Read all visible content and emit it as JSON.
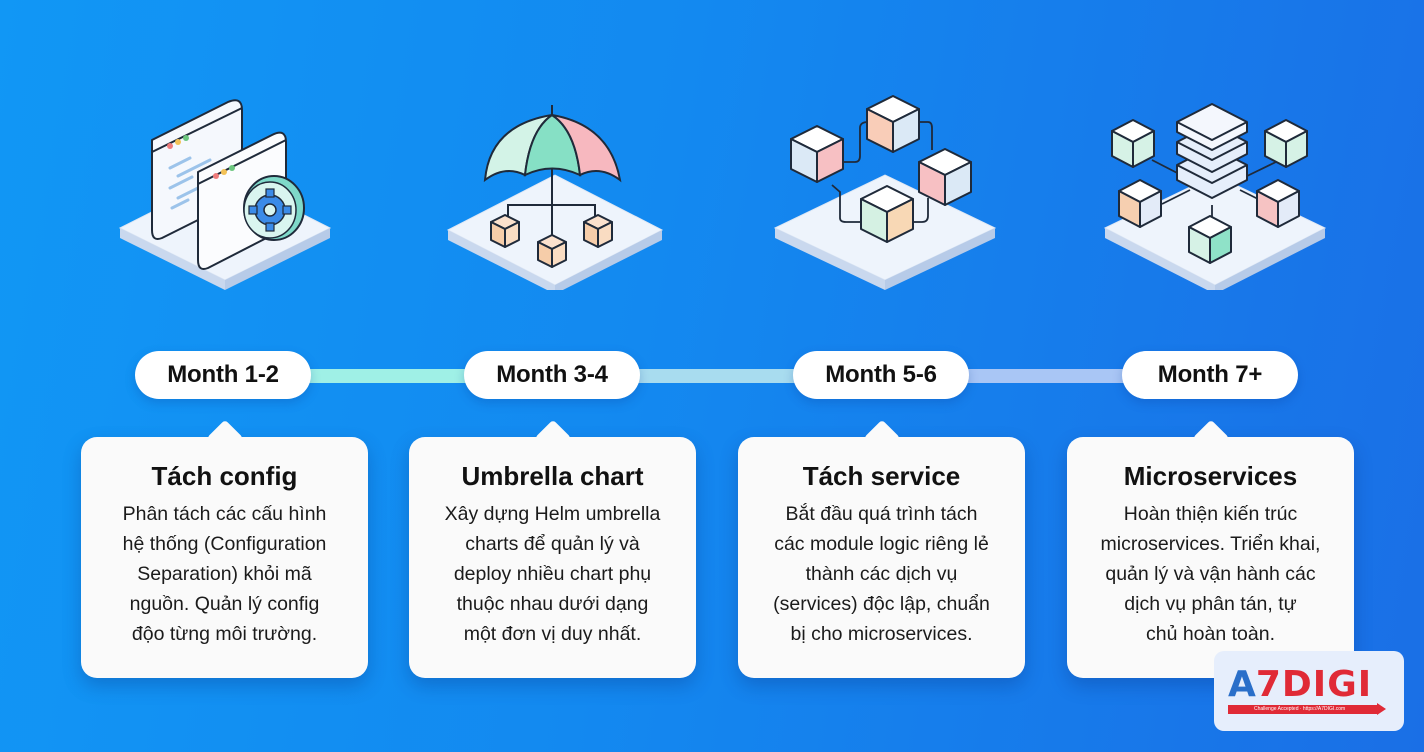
{
  "roadmap": {
    "phases": [
      {
        "period": "Month 1-2",
        "title": "Tách config",
        "description_lines": [
          "Phân tách các cấu hình",
          "hệ thống (Configuration",
          "Separation) khỏi mã",
          "nguồn. Quản lý config",
          "độo từng môi trường."
        ],
        "illustration": "config-windows-gear-icon"
      },
      {
        "period": "Month 3-4",
        "title": "Umbrella chart",
        "description_lines": [
          "Xây dựng Helm umbrella",
          "charts để quản lý và",
          "deploy nhiều chart phụ",
          "thuộc nhau dưới dạng",
          "một đơn vị duy nhất."
        ],
        "illustration": "umbrella-chart-icon"
      },
      {
        "period": "Month 5-6",
        "title": "Tách service",
        "description_lines": [
          "Bắt đầu quá trình tách",
          "các module logic riêng lẻ",
          "thành các dịch vụ",
          "(services) độc lập, chuẩn",
          "bị cho microservices."
        ],
        "illustration": "separated-cubes-icon"
      },
      {
        "period": "Month 7+",
        "title": "Microservices",
        "description_lines": [
          "Hoàn thiện kiến trúc",
          "microservices. Triển khai,",
          "quản lý và vận hành các",
          "dịch vụ phân tán, tự",
          "chủ hoàn toàn."
        ],
        "illustration": "microservices-cluster-icon"
      }
    ],
    "track_colors": [
      "#9ff0e6",
      "#a8dcef",
      "#a9c6f5"
    ]
  },
  "logo": {
    "letter_a": "A",
    "rest": "7DIGI",
    "tagline": "Challenge Accepted · https://A7DIGI.com"
  },
  "colors": {
    "background_start": "#1197f5",
    "background_end": "#1a6fe6",
    "card_bg": "#fafafa",
    "pill_bg": "#ffffff",
    "logo_red": "#e02a36",
    "logo_blue": "#2a6fc9"
  }
}
